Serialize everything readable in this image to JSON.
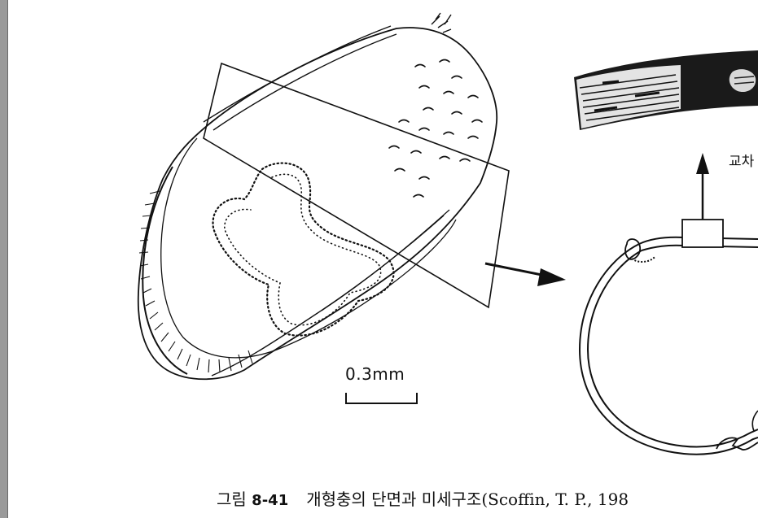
{
  "scale_bar": {
    "label": "0.3mm"
  },
  "callout": {
    "label": "교차"
  },
  "caption": {
    "figure_word": "그림",
    "figure_number": "8-41",
    "title": "개형충의 단면과 미세구조(Scoffin, T. P., 198"
  }
}
